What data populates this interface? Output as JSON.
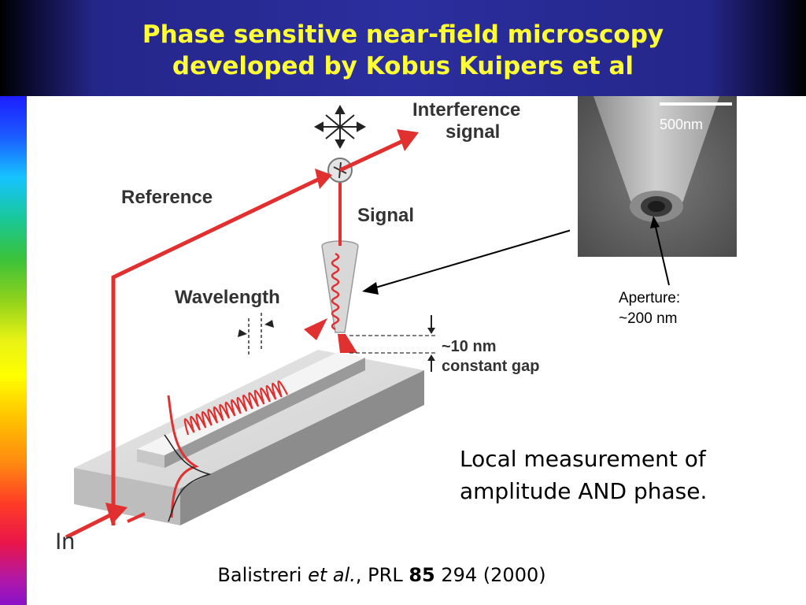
{
  "slide": {
    "title_line1": "Phase sensitive near-field microscopy",
    "title_line2": "developed by Kobus Kuipers et al",
    "diagram_labels": {
      "interference": "Interference",
      "interference_signal": "signal",
      "reference": "Reference",
      "signal": "Signal",
      "wavelength": "Wavelength",
      "gap_value": "~10 nm",
      "gap_text": "constant gap",
      "input": "In"
    },
    "sem_image": {
      "scale_bar_label": "500nm"
    },
    "aperture_label_line1": "Aperture:",
    "aperture_label_line2": "~200 nm",
    "local_line1": "Local measurement of",
    "local_line2": "amplitude AND phase.",
    "reference": {
      "authors": "Balistreri ",
      "etal": "et al.",
      "sep": ", PRL ",
      "volume": "85",
      "rest": " 294 (2000)"
    }
  }
}
